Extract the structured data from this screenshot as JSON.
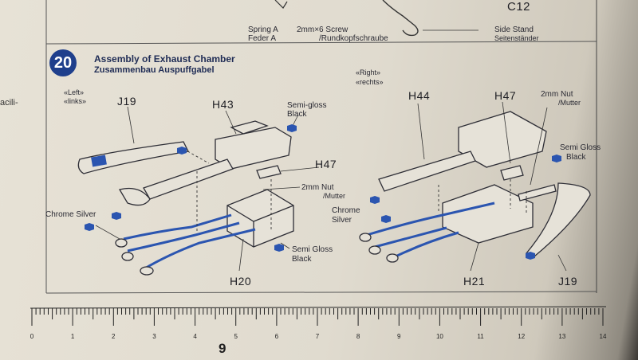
{
  "top_labels": {
    "spring_en": "Spring A",
    "spring_de": "Feder A",
    "screw_en": "2mm×6 Screw",
    "screw_de": "/Rundkopfschraube",
    "part_code": "C12",
    "stand_en": "Side Stand",
    "stand_de": "Seitenständer"
  },
  "step": {
    "number": "20",
    "title_en": "Assembly of Exhaust Chamber",
    "title_de": "Zusammenbau Auspuffgabel"
  },
  "left_side": {
    "side_en": "«Left»",
    "side_de": "«links»",
    "parts": [
      "J19",
      "H43",
      "H47",
      "H20"
    ],
    "color_semi_gloss_1": "Semi-gloss",
    "color_semi_gloss_2": "Black",
    "nut_1": "2mm Nut",
    "nut_2": "/Mutter",
    "chrome": "Chrome Silver",
    "semi_gloss_b_1": "Semi Gloss",
    "semi_gloss_b_2": "Black"
  },
  "right_side": {
    "side_en": "«Right»",
    "side_de": "«rechts»",
    "parts": [
      "H44",
      "H47",
      "H21",
      "J19"
    ],
    "nut_1": "2mm Nut",
    "nut_2": "/Mutter",
    "semi_gloss_1": "Semi Gloss",
    "semi_gloss_2": "Black",
    "chrome_1": "Chrome",
    "chrome_2": "Silver"
  },
  "left_margin_text": "acili-",
  "ruler": {
    "ticks": [
      "0",
      "1",
      "2",
      "3",
      "4",
      "5",
      "6",
      "7",
      "8",
      "9",
      "10",
      "11",
      "12",
      "13",
      "14"
    ]
  },
  "page_number": "9",
  "colors": {
    "paper": "#e3ded2",
    "ink": "#2a2a33",
    "marker_blue": "#2b55b0",
    "badge_blue": "#1f3f8c"
  }
}
